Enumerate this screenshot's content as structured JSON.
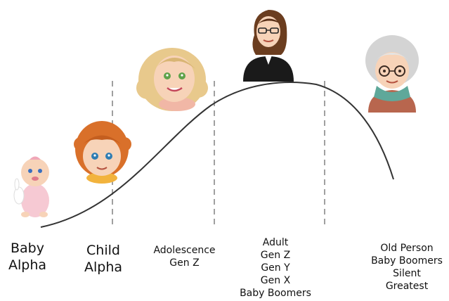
{
  "stages": [
    {
      "id": "baby",
      "lines": [
        "Baby",
        "Alpha"
      ],
      "icon": "baby-icon"
    },
    {
      "id": "child",
      "lines": [
        "Child",
        "Alpha"
      ],
      "icon": "child-icon"
    },
    {
      "id": "adolescence",
      "lines": [
        "Adolescence",
        "Gen Z"
      ],
      "icon": "teen-girl-icon"
    },
    {
      "id": "adult",
      "lines": [
        "Adult",
        "Gen Z",
        "Gen Y",
        "Gen X",
        "Baby Boomers"
      ],
      "icon": "businesswoman-icon"
    },
    {
      "id": "old",
      "lines": [
        "Old Person",
        "Baby Boomers",
        "Silent",
        "Greatest"
      ],
      "icon": "grandmother-icon"
    }
  ],
  "colors": {
    "curve": "#333333",
    "divider": "#888888",
    "skin": "#f7d3b8",
    "child_hair": "#d9702a",
    "teen_hair": "#e8c98c",
    "adult_hair": "#6b3d1f",
    "suit": "#1a1a1a",
    "baby_outfit": "#f6c9d3",
    "elder_hair": "#d4d4d4",
    "scarf": "#5fa89a",
    "sweater": "#b8664e"
  }
}
